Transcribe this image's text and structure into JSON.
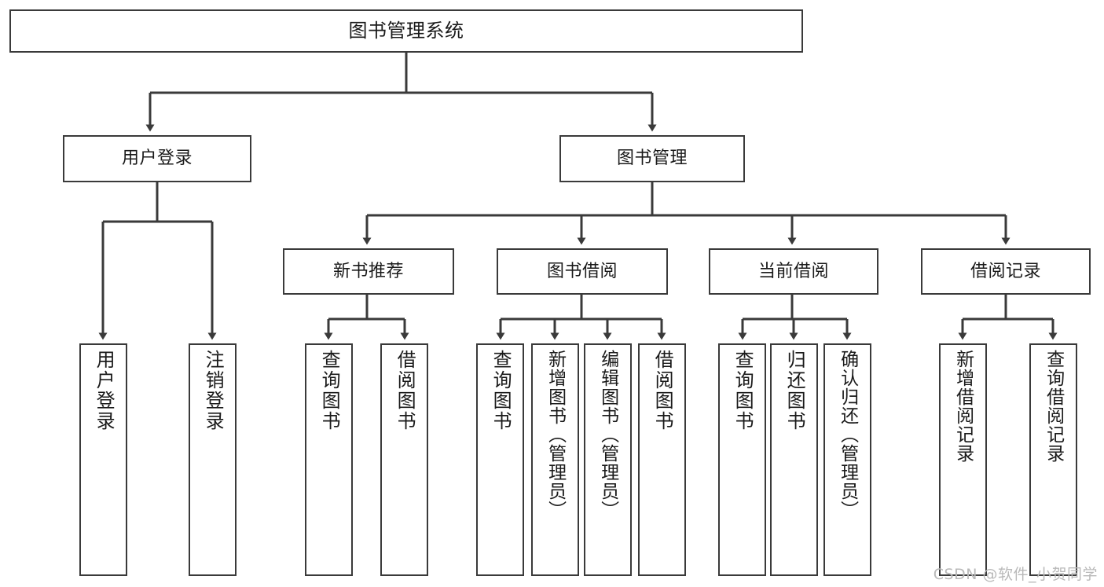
{
  "diagram": {
    "type": "tree-diagram",
    "title": "图书管理系统",
    "watermark": "CSDN @软件_小贺同学",
    "colors": {
      "stroke": "#3a3a3a",
      "background": "#ffffff",
      "text": "#1a1a1a",
      "watermark": "#b9b9b9"
    },
    "nodes": {
      "root": "图书管理系统",
      "user_login": "用户登录",
      "book_manage": "图书管理",
      "new_book_rec": "新书推荐",
      "book_borrow": "图书借阅",
      "current_borrow": "当前借阅",
      "borrow_record": "借阅记录",
      "leaf_user_login": "用户登录",
      "leaf_logout": "注销登录",
      "leaf_query_book_1": "查询图书",
      "leaf_borrow_book_1": "借阅图书",
      "leaf_query_book_2": "查询图书",
      "leaf_add_book_admin": "新增图书（管理员）",
      "leaf_edit_book_admin": "编辑图书（管理员）",
      "leaf_borrow_book_2": "借阅图书",
      "leaf_query_book_3": "查询图书",
      "leaf_return_book": "归还图书",
      "leaf_confirm_return_admin": "确认归还（管理员）",
      "leaf_add_record": "新增借阅记录",
      "leaf_query_record": "查询借阅记录"
    }
  }
}
